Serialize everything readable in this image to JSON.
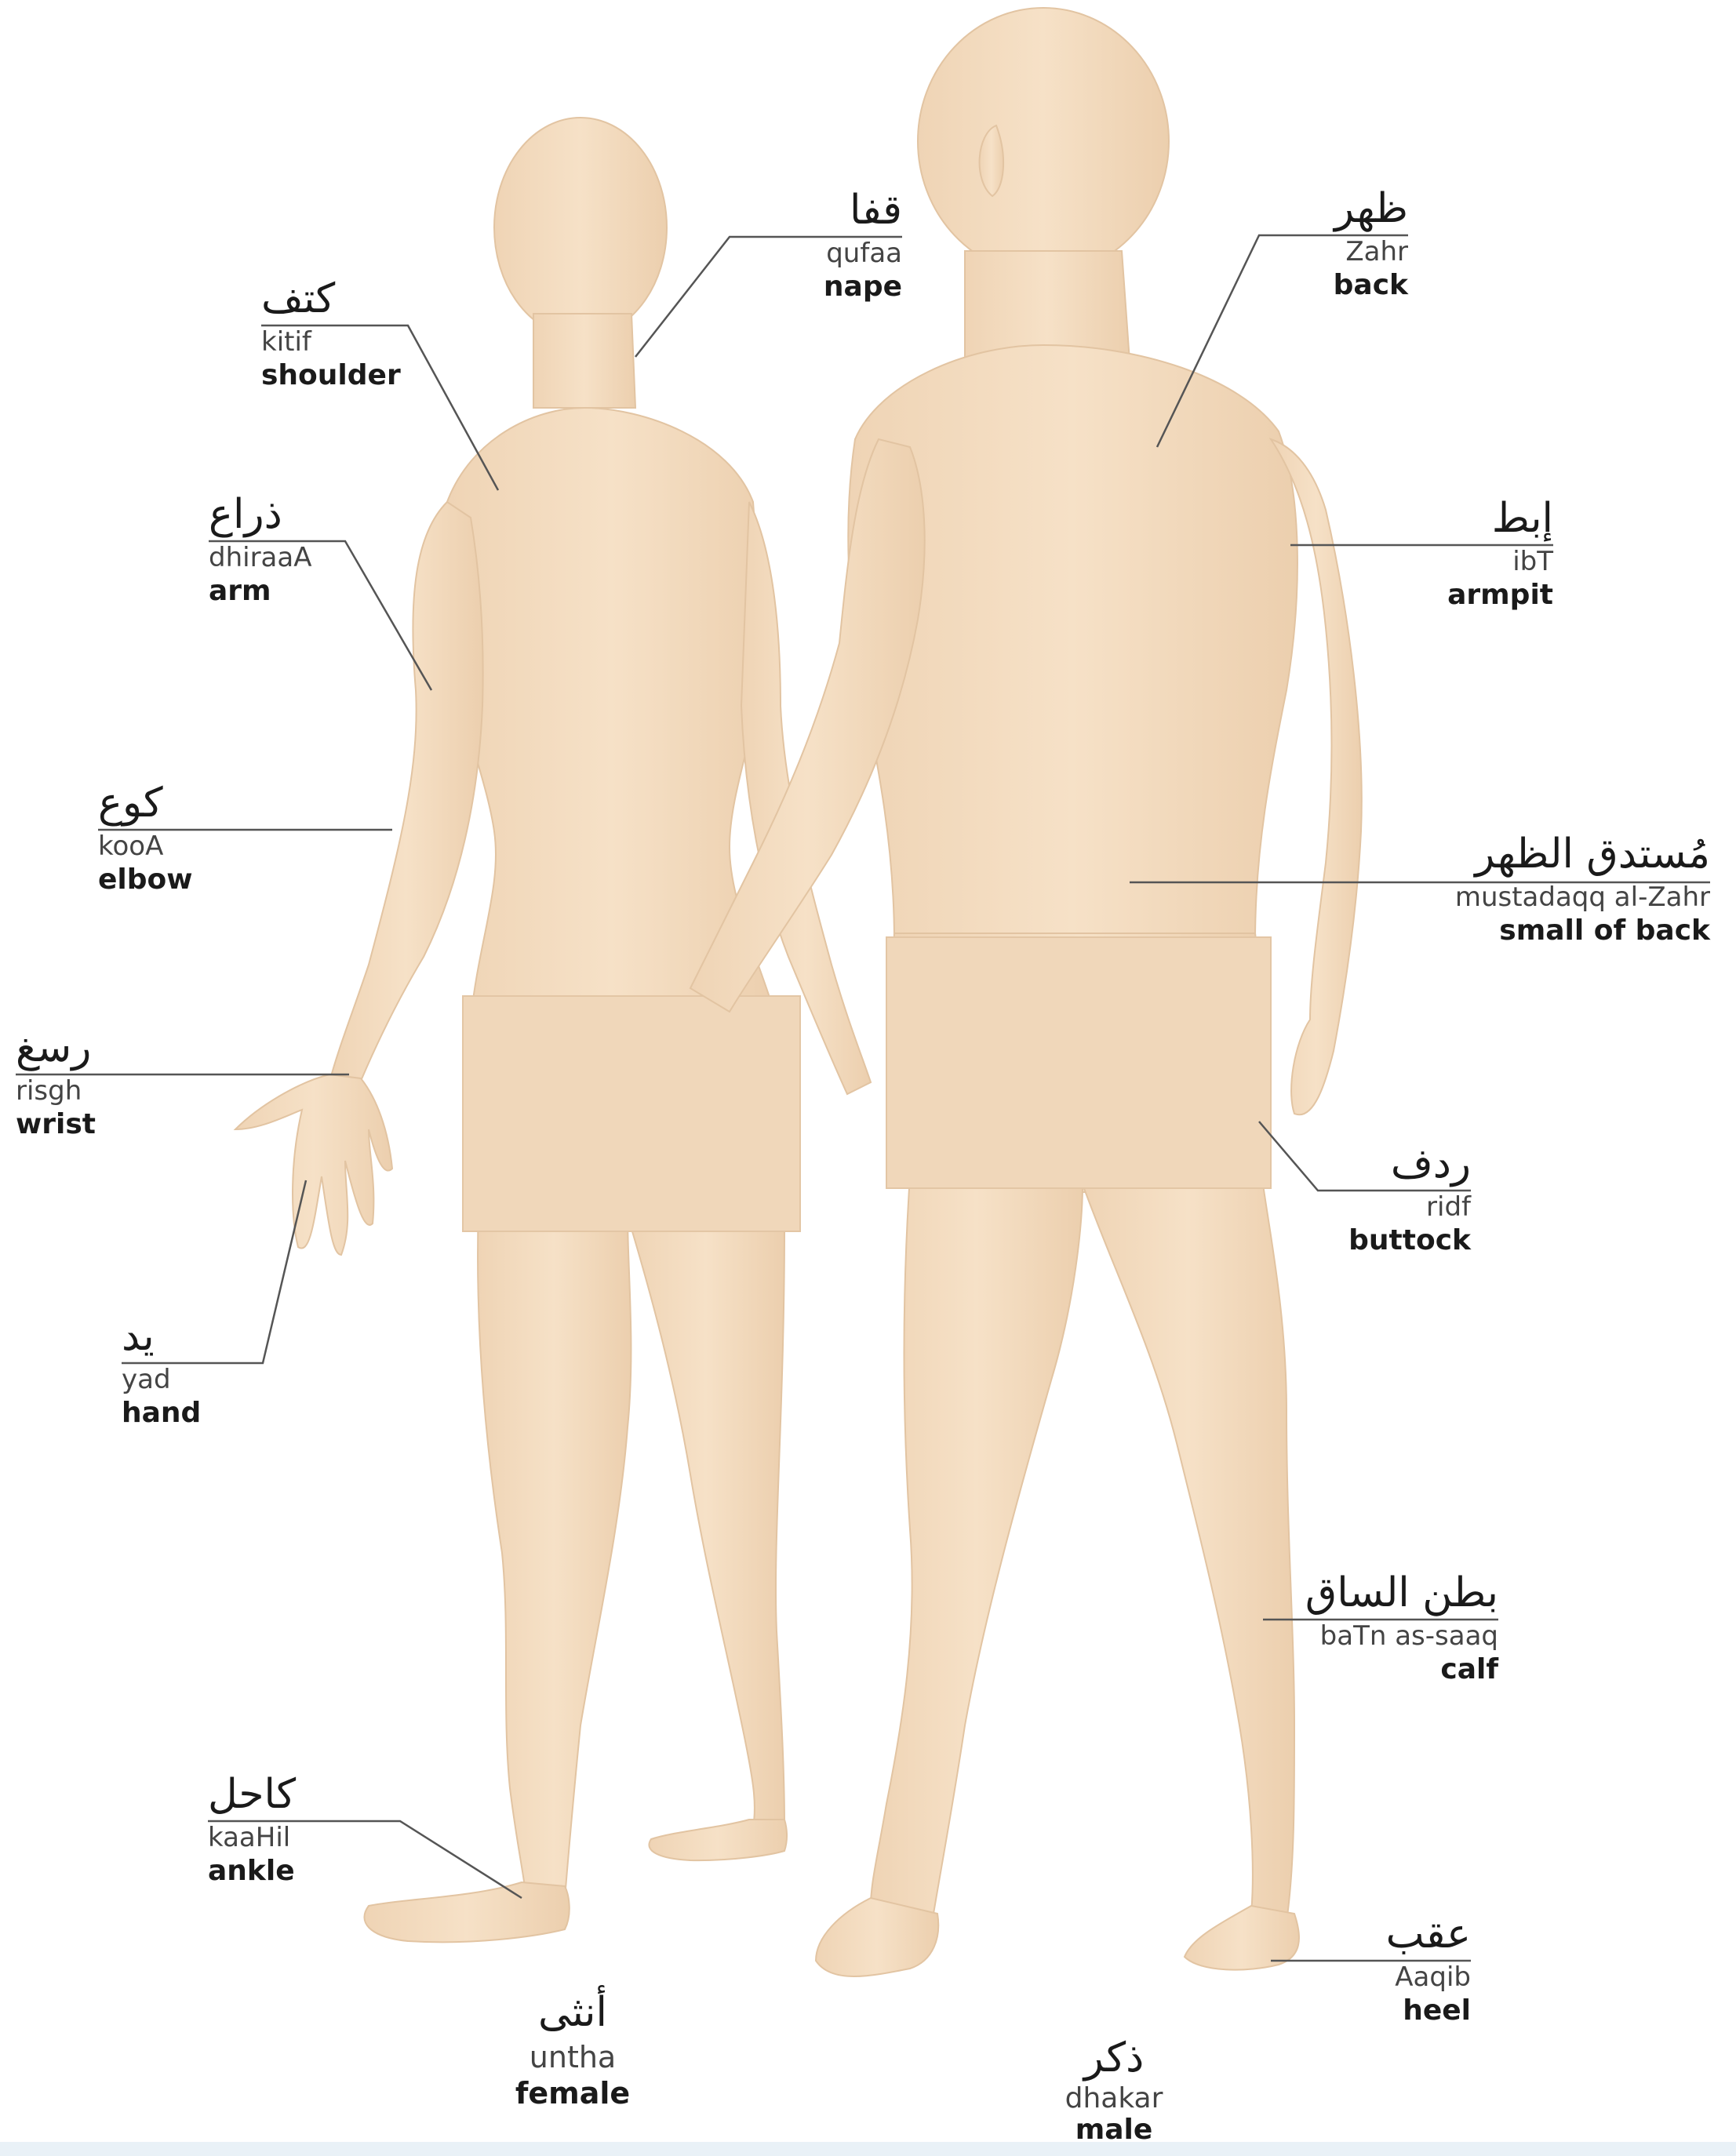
{
  "figure_labels": [
    {
      "id": "nape",
      "ar": "قفا",
      "tr": "qufaa",
      "en": "nape"
    },
    {
      "id": "shoulder",
      "ar": "كتف",
      "tr": "kitif",
      "en": "shoulder"
    },
    {
      "id": "arm",
      "ar": "ذراع",
      "tr": "dhiraaA",
      "en": "arm"
    },
    {
      "id": "elbow",
      "ar": "كوع",
      "tr": "kooA",
      "en": "elbow"
    },
    {
      "id": "wrist",
      "ar": "رسغ",
      "tr": "risgh",
      "en": "wrist"
    },
    {
      "id": "hand",
      "ar": "يد",
      "tr": "yad",
      "en": "hand"
    },
    {
      "id": "ankle",
      "ar": "كاحل",
      "tr": "kaaHil",
      "en": "ankle"
    },
    {
      "id": "back",
      "ar": "ظهر",
      "tr": "Zahr",
      "en": "back"
    },
    {
      "id": "armpit",
      "ar": "إبط",
      "tr": "ibT",
      "en": "armpit"
    },
    {
      "id": "small_of_back",
      "ar": "مُستدق الظهر",
      "tr": "mustadaqq al-Zahr",
      "en": "small of back"
    },
    {
      "id": "buttock",
      "ar": "ردف",
      "tr": "ridf",
      "en": "buttock"
    },
    {
      "id": "calf",
      "ar": "بطن الساق",
      "tr": "baTn as-saaq",
      "en": "calf"
    },
    {
      "id": "heel",
      "ar": "عقب",
      "tr": "Aaqib",
      "en": "heel"
    }
  ],
  "figure_names": [
    {
      "id": "female",
      "ar": "أنثى",
      "tr": "untha",
      "en": "female"
    },
    {
      "id": "male",
      "ar": "ذكر",
      "tr": "dhakar",
      "en": "male"
    }
  ],
  "colors": {
    "skin": "#f3dcc0",
    "skin_shade": "#e8cbaa",
    "cover": "#f1d8bb",
    "leader": "#555555",
    "bottom_strip": "#e9f1f7"
  }
}
